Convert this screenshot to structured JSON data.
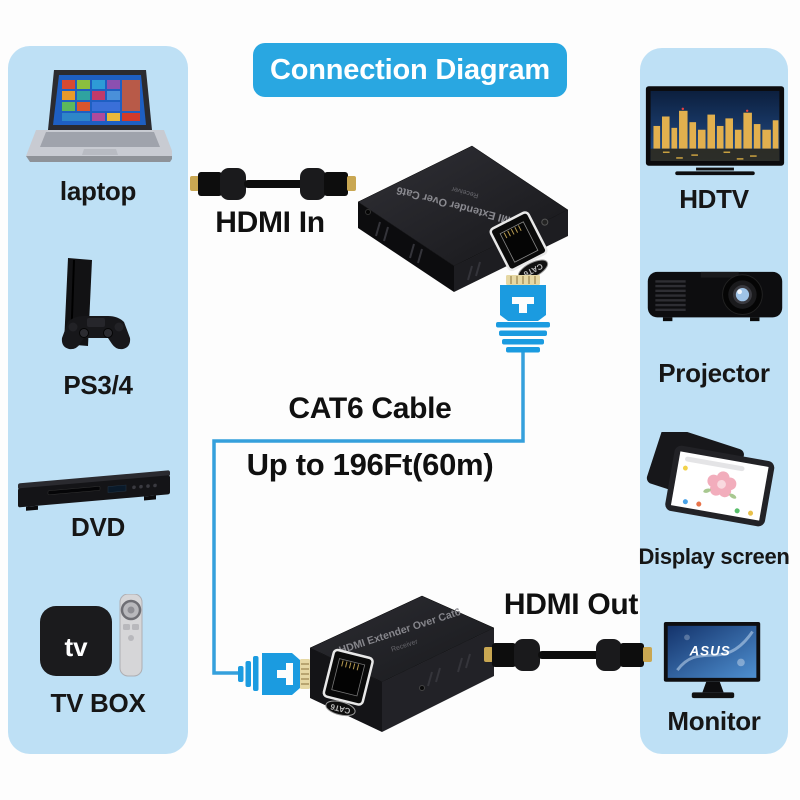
{
  "header": {
    "title": "Connection Diagram"
  },
  "sources": {
    "items": [
      {
        "id": "laptop",
        "label": "laptop"
      },
      {
        "id": "ps34",
        "label": "PS3/4"
      },
      {
        "id": "dvd",
        "label": "DVD"
      },
      {
        "id": "tvbox",
        "label": "TV BOX"
      }
    ],
    "tv_box_screen_text": "tv"
  },
  "displays": {
    "items": [
      {
        "id": "hdtv",
        "label": "HDTV"
      },
      {
        "id": "projector",
        "label": "Projector"
      },
      {
        "id": "display",
        "label": "Display screen"
      },
      {
        "id": "monitor",
        "label": "Monitor"
      }
    ],
    "monitor_brand": "ASUS"
  },
  "connections": {
    "hdmi_in": "HDMI In",
    "hdmi_out": "HDMI Out",
    "cable_type": "CAT6 Cable",
    "cable_length": "Up to 196Ft(60m)"
  },
  "extender": {
    "print": "HDMI Extender Over Cat6",
    "unit_print": "Receiver",
    "port_label": "CAT6"
  },
  "colors": {
    "panel_blue": "#BEE0F5",
    "banner_blue": "#29A7E1",
    "cable_blue": "#1B9BE0",
    "text": "#161616",
    "background": "#FDFDFD"
  }
}
